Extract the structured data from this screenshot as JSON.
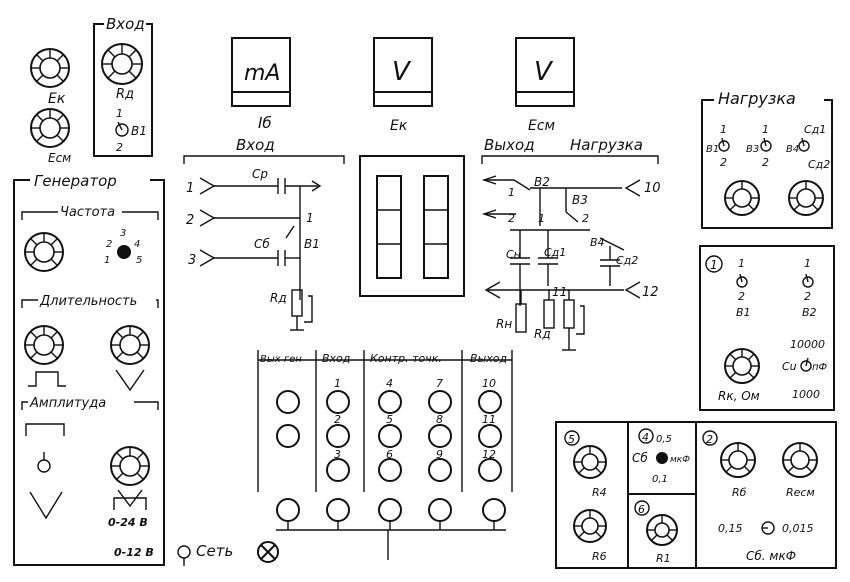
{
  "panel": {
    "input_top": "Вход",
    "generator": "Генератор",
    "frequency": "Частота",
    "duration": "Длительность",
    "amplitude": "Амплитуда",
    "load_top": "Нагрузка",
    "network": "Сеть"
  },
  "knob_labels": {
    "ek": "Ек",
    "esm": "Есм",
    "ra_in": "Rд",
    "rk_om": "Rк, Ом",
    "r4": "R4",
    "r6": "R6",
    "r1": "R1",
    "rb": "Rб",
    "resm": "Rесм"
  },
  "meters": {
    "ma": {
      "face": "mA",
      "label": "Iб"
    },
    "v_ek": {
      "face": "V",
      "label": "Ек"
    },
    "v_esm": {
      "face": "V",
      "label": "Есм"
    }
  },
  "switches": {
    "b1_top": {
      "n1": "1",
      "n2": "2",
      "label": "В1"
    },
    "freq_positions": [
      "1",
      "2",
      "3",
      "4",
      "5"
    ],
    "load_b1": {
      "n1": "1",
      "n2": "2",
      "label": "В1"
    },
    "load_b3": {
      "n1": "1",
      "n2": "2",
      "label": "В3"
    },
    "load_b4": {
      "label": "В4"
    },
    "load_cd1": "Сд1",
    "load_cd2": "Сд2",
    "sec1_b1": {
      "n1": "1",
      "n2": "2",
      "label": "В1"
    },
    "sec1_b2": {
      "n1": "1",
      "n2": "2",
      "label": "В2"
    },
    "sec1_cu": {
      "top": "10000",
      "bottom": "1000",
      "label": "Сu",
      "unit": "пФ"
    },
    "sec4_c": {
      "top": "0,5",
      "bottom": "0,1",
      "label": "Сб",
      "unit": "мкФ"
    },
    "sec2_c": {
      "left": "0,15",
      "right": "0,015",
      "label": "Сб. мкФ"
    }
  },
  "section_numbers": [
    "1",
    "2",
    "4",
    "5",
    "6"
  ],
  "voltage_labels": [
    "0-24 В",
    "0-12 В"
  ],
  "circuit": {
    "input_title": "Вход",
    "output_title": "Выход",
    "load_title": "Нагрузка",
    "cp": "Ср",
    "cb": "Сб",
    "b1": "В1",
    "ra": "Rд",
    "b2": "В2",
    "b3": "В3",
    "b4": "В4",
    "cn": "Сн",
    "cd1": "Сд1",
    "cd2": "Сд2",
    "rn": "Rн",
    "rd": "Rд",
    "jack_nums": [
      "1",
      "2",
      "3",
      "10",
      "11",
      "12"
    ],
    "sw_nums": [
      "1",
      "2",
      "1",
      "2"
    ]
  },
  "jack_table": {
    "headers": [
      "Вых ген",
      "Вход",
      "Контр. точк.",
      "Выход"
    ],
    "col_in": [
      "1",
      "2",
      "3"
    ],
    "col_ctrl_a": [
      "4",
      "5",
      "6"
    ],
    "col_ctrl_b": [
      "7",
      "8",
      "9"
    ],
    "col_out": [
      "10",
      "11",
      "12"
    ]
  }
}
